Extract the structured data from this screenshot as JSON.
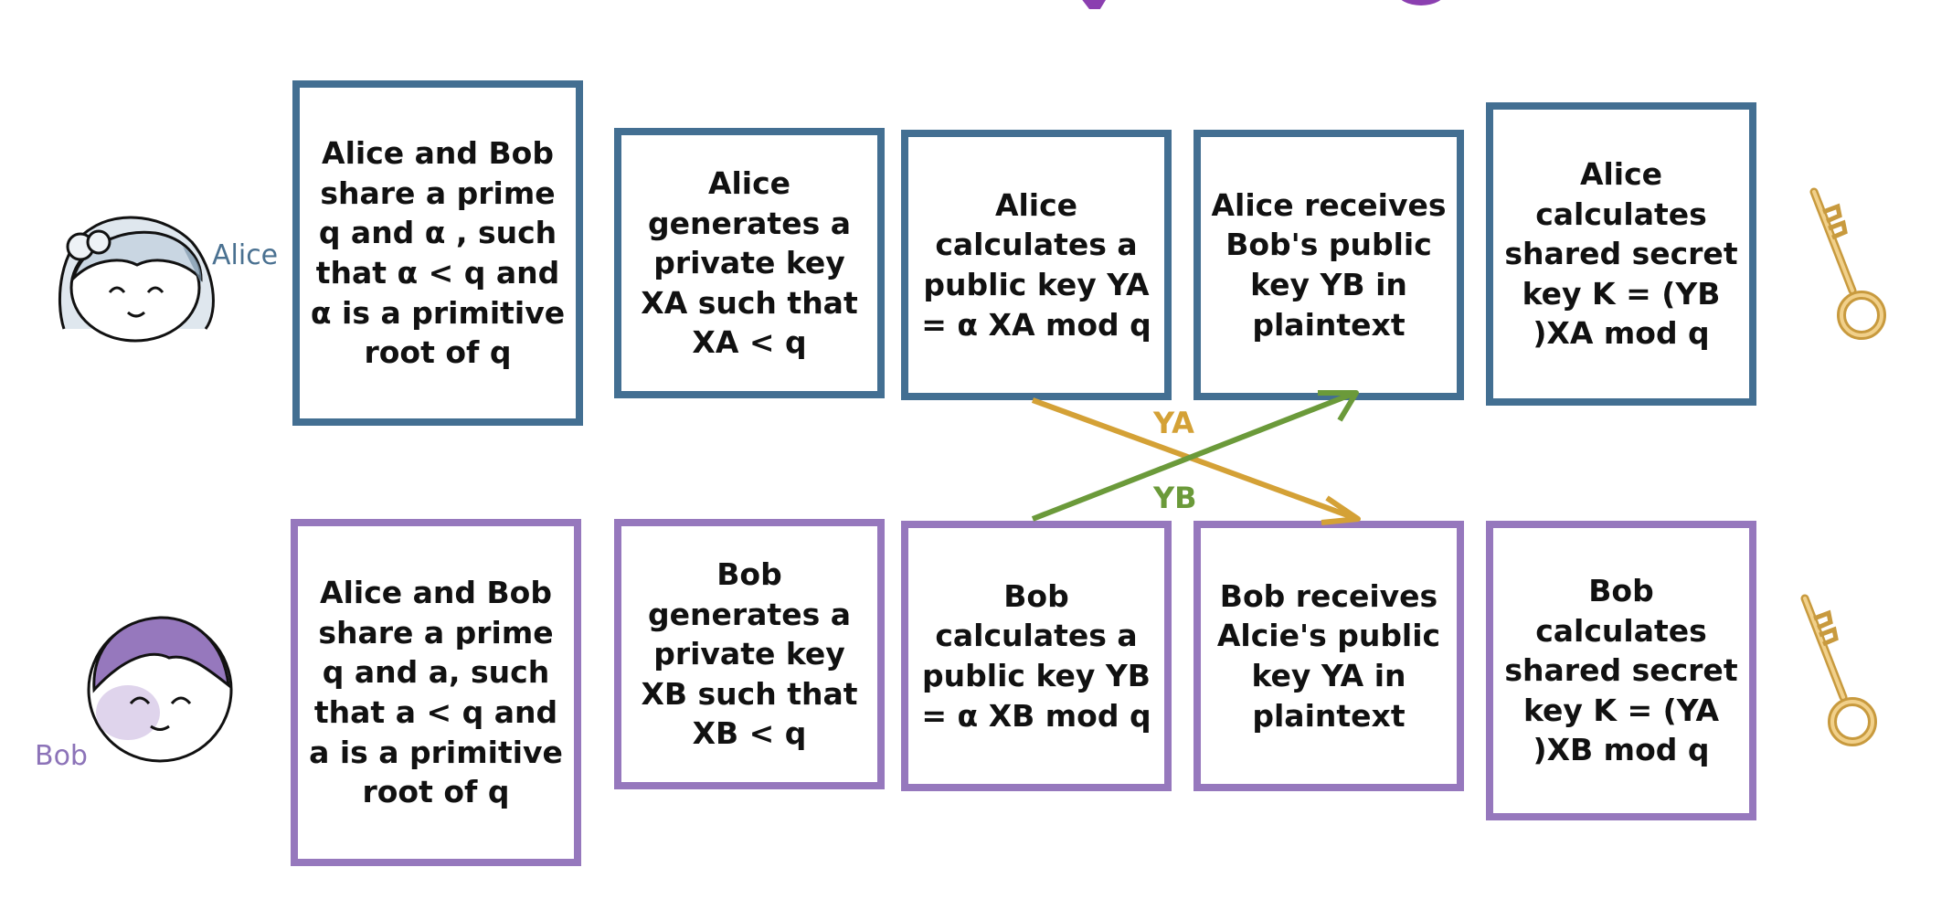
{
  "avatars": {
    "alice_label": "Alice",
    "bob_label": "Bob",
    "alice_icon": "girl-face-icon",
    "bob_icon": "boy-face-icon"
  },
  "alice_steps": [
    "Alice and Bob share a prime q and α , such that α < q and α is a primitive root of q",
    "Alice generates a private key XA such that XA < q",
    "Alice calculates a public key YA = α XA mod q",
    "Alice receives Bob's public key YB in plaintext",
    "Alice calculates shared secret key K = (YB )XA mod q"
  ],
  "bob_steps": [
    "Alice and Bob share a prime q and a, such that a < q and a is a primitive root of q",
    "Bob generates a private key XB such that XB < q",
    "Bob calculates a public key YB = α XB mod q",
    "Bob receives Alcie's public key YA in plaintext",
    "Bob calculates shared secret key K = (YA )XB mod q"
  ],
  "exchange": {
    "alice_to_bob_label": "YA",
    "bob_to_alice_label": "YB"
  },
  "icons": {
    "shared_key_icon": "golden-key-icon"
  },
  "colors": {
    "alice": "#436f92",
    "bob": "#9678bd",
    "arrow_alice": "#d4a136",
    "arrow_bob": "#6b9a3a",
    "title": "#8b3fb0"
  }
}
